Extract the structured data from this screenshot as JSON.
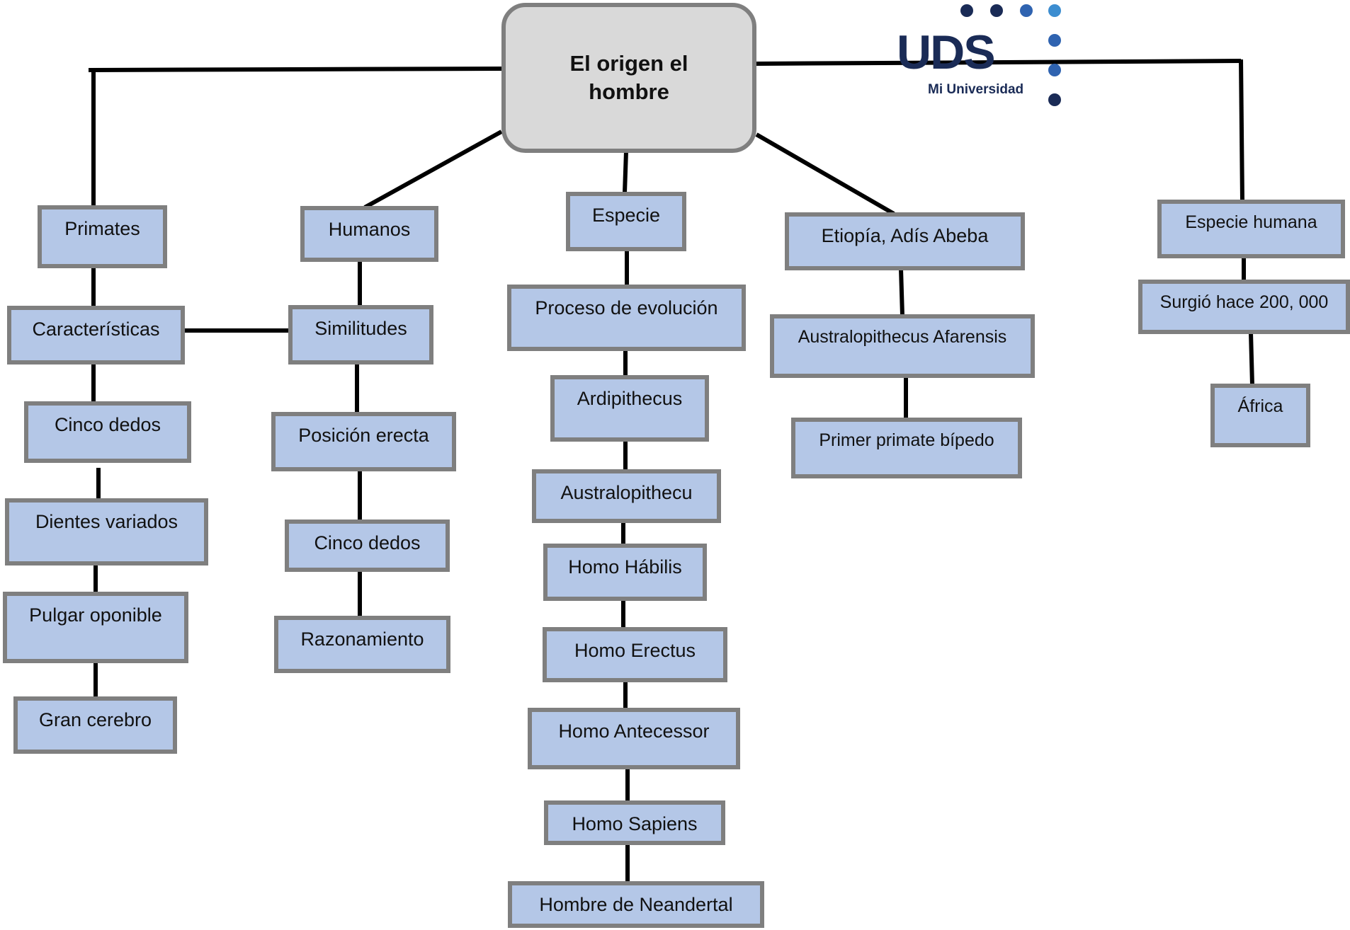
{
  "title": "El origen el hombre",
  "logo": {
    "text": "UDS",
    "subtitle": "Mi Universidad",
    "colors": [
      "#1a2b56",
      "#2f63b0",
      "#3c8dd0"
    ]
  },
  "colors": {
    "node_fill": "#b4c7e7",
    "node_border": "#7f7f7f",
    "root_fill": "#d9d9d9",
    "connector": "#000000"
  },
  "branches": {
    "primates": [
      "Primates",
      "Características",
      "Cinco dedos",
      "Dientes variados",
      "Pulgar oponible",
      "Gran cerebro"
    ],
    "humanos": [
      "Humanos",
      "Similitudes",
      "Posición erecta",
      "Cinco dedos",
      "Razonamiento"
    ],
    "especie": [
      "Especie",
      "Proceso de evolución",
      "Ardipithecus",
      "Australopithecu",
      "Homo Hábilis",
      "Homo Erectus",
      "Homo Antecessor",
      "Homo Sapiens",
      "Hombre de Neandertal"
    ],
    "etiopia": [
      "Etiopía, Adís Abeba",
      "Australopithecus Afarensis",
      "Primer primate bípedo"
    ],
    "especie_humana": [
      "Especie humana",
      "Surgió hace 200, 000",
      "África"
    ]
  }
}
